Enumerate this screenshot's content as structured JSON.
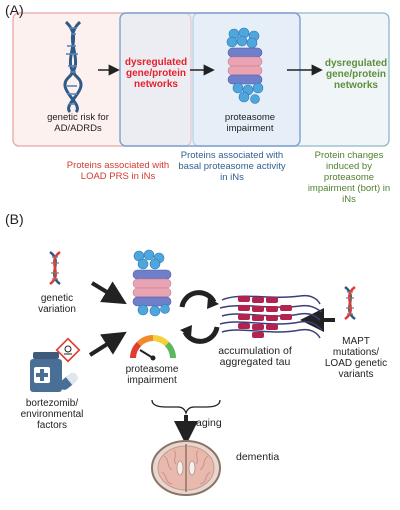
{
  "panel_a": {
    "label": "(A)",
    "genetic_risk": "genetic risk for AD/ADRDs",
    "dysregulated_1": "dysregulated gene/protein networks",
    "proteasome_impairment": "proteasome impairment",
    "dysregulated_2": "dysregulated gene/protein networks",
    "caption_red": "Proteins associated with LOAD PRS in iNs",
    "caption_blue": "Proteins associated with basal proteasome activity in iNs",
    "caption_green": "Protein changes induced by proteasome impairment (bort) in iNs"
  },
  "panel_b": {
    "label": "(B)",
    "genetic_variation": "genetic variation",
    "bortezomib": "bortezomib/ environmental factors",
    "proteasome_impairment": "proteasome impairment",
    "accumulation": "accumulation of aggregated tau",
    "mapt": "MAPT mutations/ LOAD genetic variants",
    "aging": "aging",
    "dementia": "dementia"
  },
  "colors": {
    "red_box": "#e8a6a6",
    "blue_box": "#7e9fcf",
    "green_box": "#8fb6c9",
    "dna_blue": "#2f5a88",
    "dna_red": "#e23b30",
    "proteasome_blue": "#3f8fd0",
    "proteasome_pink": "#e8a0ad",
    "tau_purple": "#3a3e7a",
    "tau_crimson": "#b4234d"
  }
}
